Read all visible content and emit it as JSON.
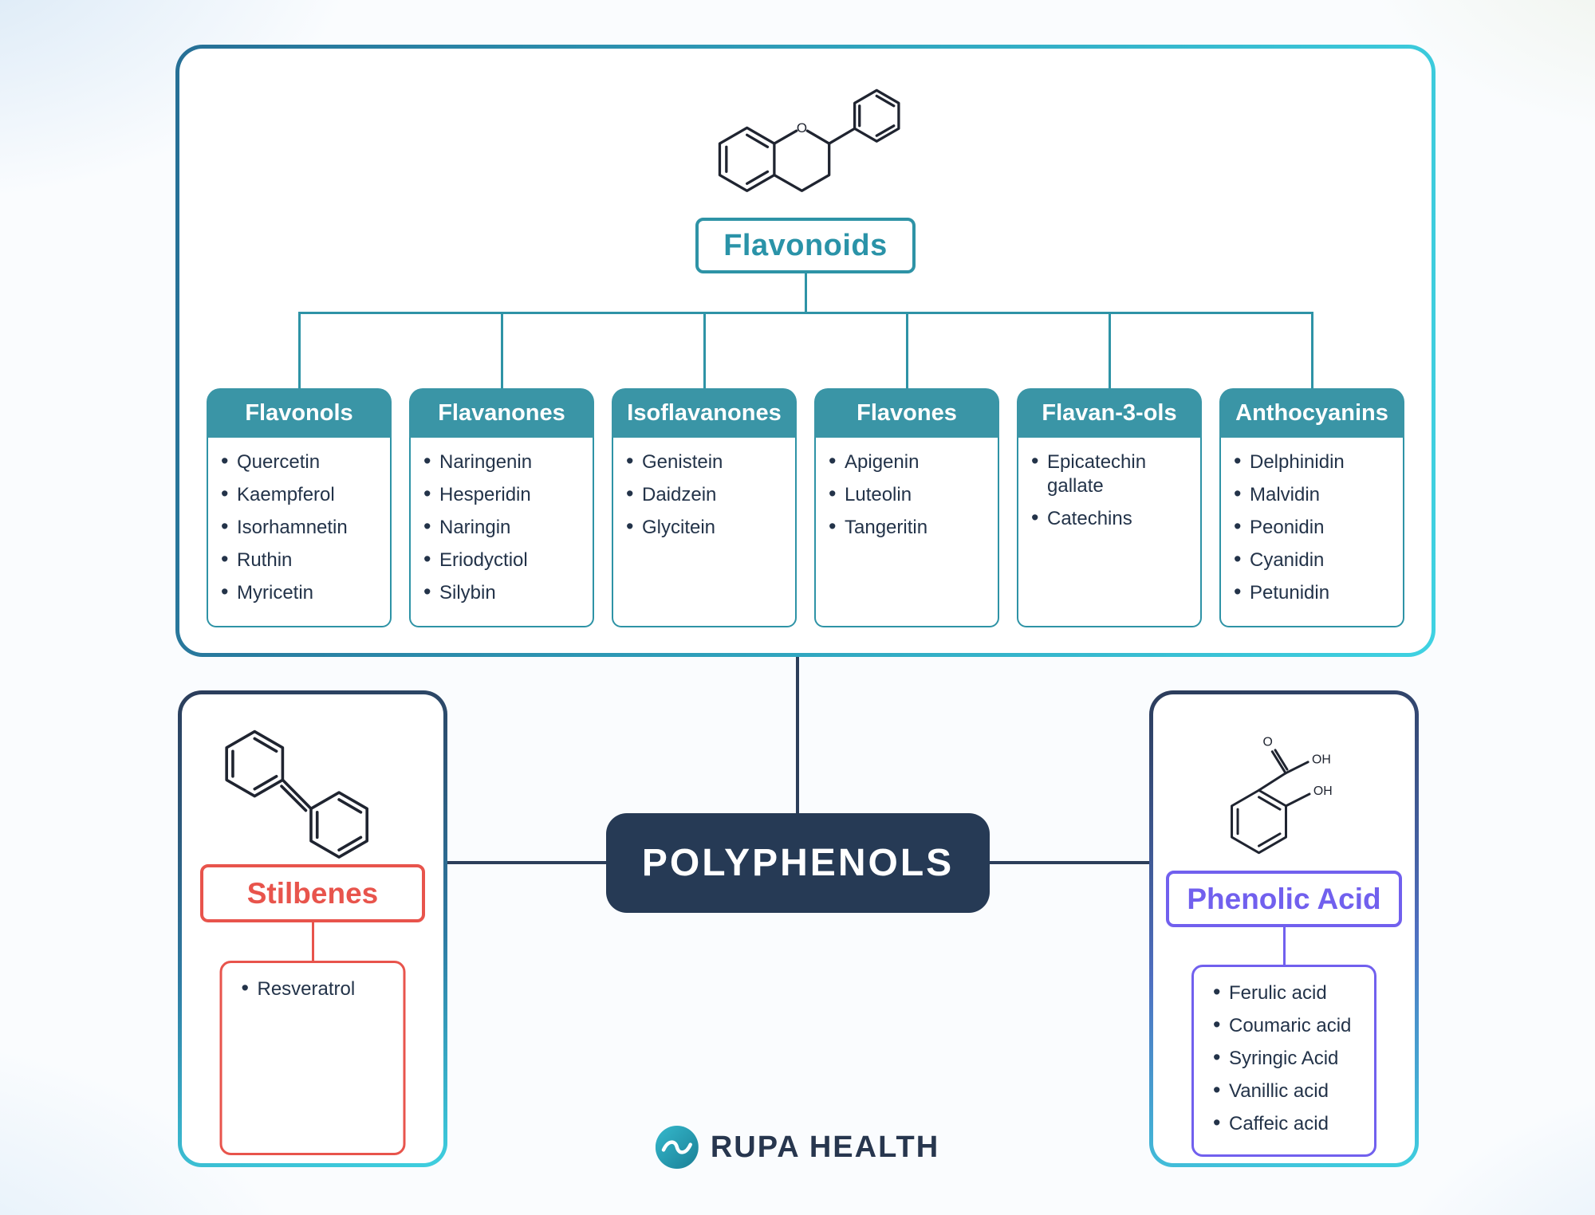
{
  "colors": {
    "teal_border": "#2E93A6",
    "teal_header": "#3A95A6",
    "cyan_accent": "#3ECFE0",
    "navy": "#263A55",
    "stilbenes_red": "#E8544C",
    "phenolic_purple": "#7160EE",
    "list_text": "#233349"
  },
  "flavonoids": {
    "title": "Flavonoids",
    "structure": {
      "icon": "flavanone-molecule",
      "oxygen_label": "O"
    },
    "categories": [
      {
        "label": "Flavonols",
        "items": [
          "Quercetin",
          "Kaempferol",
          "Isorhamnetin",
          "Ruthin",
          "Myricetin"
        ]
      },
      {
        "label": "Flavanones",
        "items": [
          "Naringenin",
          "Hesperidin",
          "Naringin",
          "Eriodyctiol",
          "Silybin"
        ]
      },
      {
        "label": "Isoflavanones",
        "items": [
          "Genistein",
          "Daidzein",
          "Glycitein"
        ]
      },
      {
        "label": "Flavones",
        "items": [
          "Apigenin",
          "Luteolin",
          "Tangeritin"
        ]
      },
      {
        "label": "Flavan-3-ols",
        "items": [
          "Epicatechin gallate",
          "Catechins"
        ]
      },
      {
        "label": "Anthocyanins",
        "items": [
          "Delphinidin",
          "Malvidin",
          "Peonidin",
          "Cyanidin",
          "Petunidin"
        ]
      }
    ]
  },
  "center": {
    "title": "POLYPHENOLS"
  },
  "stilbenes": {
    "title": "Stilbenes",
    "structure": {
      "icon": "stilbene-molecule"
    },
    "items": [
      "Resveratrol"
    ]
  },
  "phenolic_acid": {
    "title": "Phenolic Acid",
    "structure": {
      "icon": "salicylic-acid-molecule",
      "carbonyl_oxygen_label": "O",
      "carboxyl_hydroxyl_label": "OH",
      "ring_hydroxyl_label": "OH"
    },
    "items": [
      "Ferulic acid",
      "Coumaric acid",
      "Syringic Acid",
      "Vanillic acid",
      "Caffeic acid"
    ]
  },
  "brand": {
    "name": "RUPA HEALTH",
    "icon": "rupa-infinity-wave-icon"
  }
}
